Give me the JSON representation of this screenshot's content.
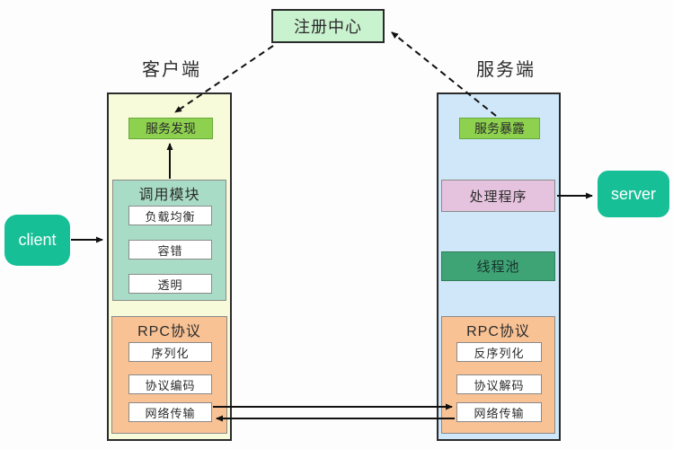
{
  "registry": {
    "label": "注册中心"
  },
  "client_side": {
    "header": "客户端",
    "service_discovery": "服务发现",
    "call_module": {
      "title": "调用模块",
      "items": [
        "负载均衡",
        "容错",
        "透明"
      ]
    },
    "rpc": {
      "title": "RPC协议",
      "items": [
        "序列化",
        "协议编码",
        "网络传输"
      ]
    }
  },
  "server_side": {
    "header": "服务端",
    "service_expose": "服务暴露",
    "handler": "处理程序",
    "thread_pool": "线程池",
    "rpc": {
      "title": "RPC协议",
      "items": [
        "反序列化",
        "协议解码",
        "网络传输"
      ]
    }
  },
  "nodes": {
    "client": "client",
    "server": "server"
  },
  "colors": {
    "registry_bg": "#c9f2cf",
    "client_column_bg": "#f8fbda",
    "server_column_bg": "#cfe7f8",
    "service_box_green": "#8ed14f",
    "call_module_bg": "#a9dcc6",
    "rpc_bg": "#f8c295",
    "handler_bg": "#e5c3de",
    "thread_pool_bg": "#3fa475",
    "client_server_node": "#17bf97"
  }
}
